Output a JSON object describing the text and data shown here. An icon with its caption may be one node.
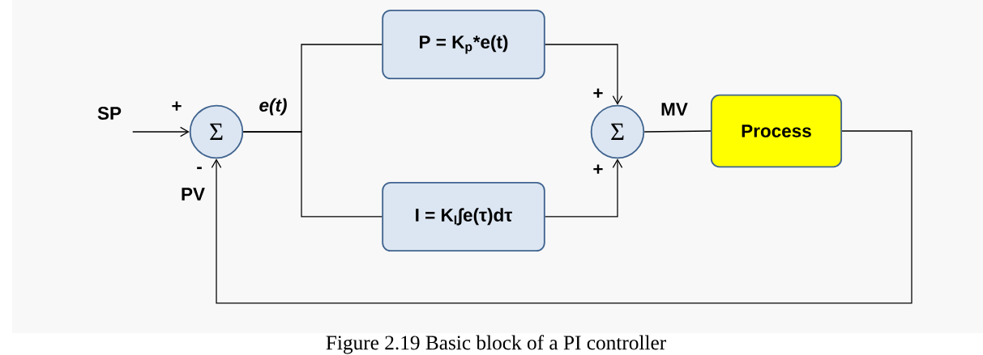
{
  "diagram": {
    "caption": "Figure 2.19 Basic block of a PI controller",
    "nodes": [
      {
        "text": [
          "Σ"
        ]
      },
      {
        "text": [
          "P = K$_{p}$*e(t)"
        ]
      },
      {
        "text": [
          "I = K$_{I}$∫e(τ)dτ"
        ]
      },
      {
        "text": [
          "Σ"
        ]
      },
      {
        "text": [
          "Process"
        ]
      },
      {
        "text": [
          "SP"
        ]
      }
    ],
    "edges": [
      {
        "from": 5,
        "to": 0,
        "arrow": "to"
      },
      {
        "from": 0,
        "to": 1,
        "arrow": "none"
      },
      {
        "from": 0,
        "to": 2,
        "arrow": "none"
      },
      {
        "from": 1,
        "to": 3,
        "arrow": "to"
      },
      {
        "from": 2,
        "to": 3,
        "arrow": "to"
      },
      {
        "from": 3,
        "to": 4,
        "arrow": "none"
      },
      {
        "from": 4,
        "to": 0,
        "arrow": "to"
      }
    ],
    "labels": [
      "+",
      "e(t)",
      "-",
      "PV",
      "+",
      "MV",
      "+"
    ]
  }
}
